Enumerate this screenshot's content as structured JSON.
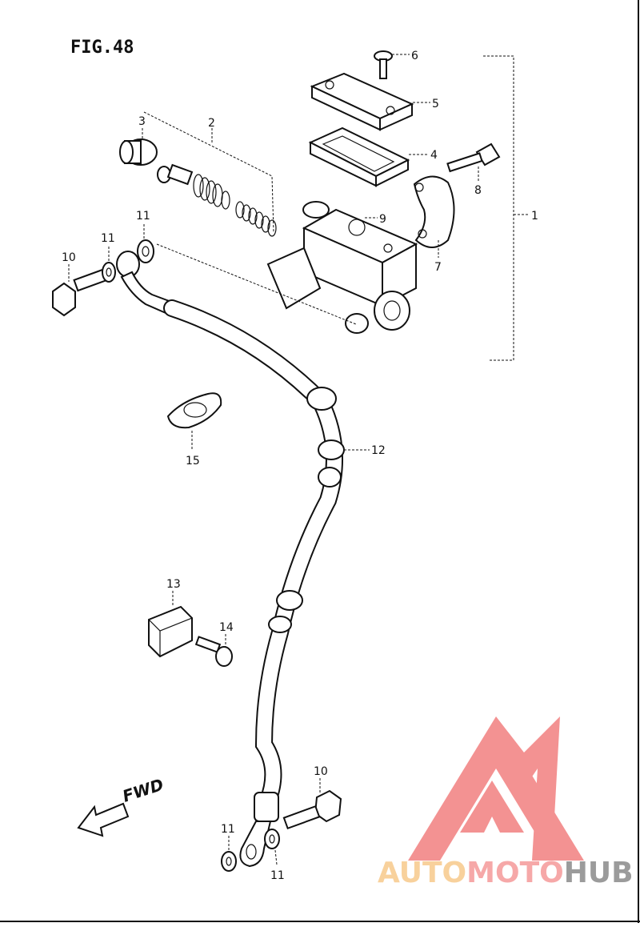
{
  "figure": {
    "title": "FIG.48"
  },
  "callouts": [
    {
      "id": "c1",
      "label": "1"
    },
    {
      "id": "c2",
      "label": "2"
    },
    {
      "id": "c3",
      "label": "3"
    },
    {
      "id": "c4",
      "label": "4"
    },
    {
      "id": "c5",
      "label": "5"
    },
    {
      "id": "c6",
      "label": "6"
    },
    {
      "id": "c7",
      "label": "7"
    },
    {
      "id": "c8",
      "label": "8"
    },
    {
      "id": "c9",
      "label": "9"
    },
    {
      "id": "c10a",
      "label": "10"
    },
    {
      "id": "c10b",
      "label": "10"
    },
    {
      "id": "c11a",
      "label": "11"
    },
    {
      "id": "c11b",
      "label": "11"
    },
    {
      "id": "c11c",
      "label": "11"
    },
    {
      "id": "c11d",
      "label": "11"
    },
    {
      "id": "c12",
      "label": "12"
    },
    {
      "id": "c13",
      "label": "13"
    },
    {
      "id": "c14",
      "label": "14"
    },
    {
      "id": "c15",
      "label": "15"
    }
  ],
  "direction": {
    "label": "FWD"
  },
  "watermark": {
    "parts": [
      "AUTO",
      "MOTO",
      "HUB"
    ],
    "colors": {
      "auto": "#f7c98b",
      "moto": "#f59a9a",
      "hub": "#8a8a8a",
      "logo": "#f28080"
    }
  }
}
